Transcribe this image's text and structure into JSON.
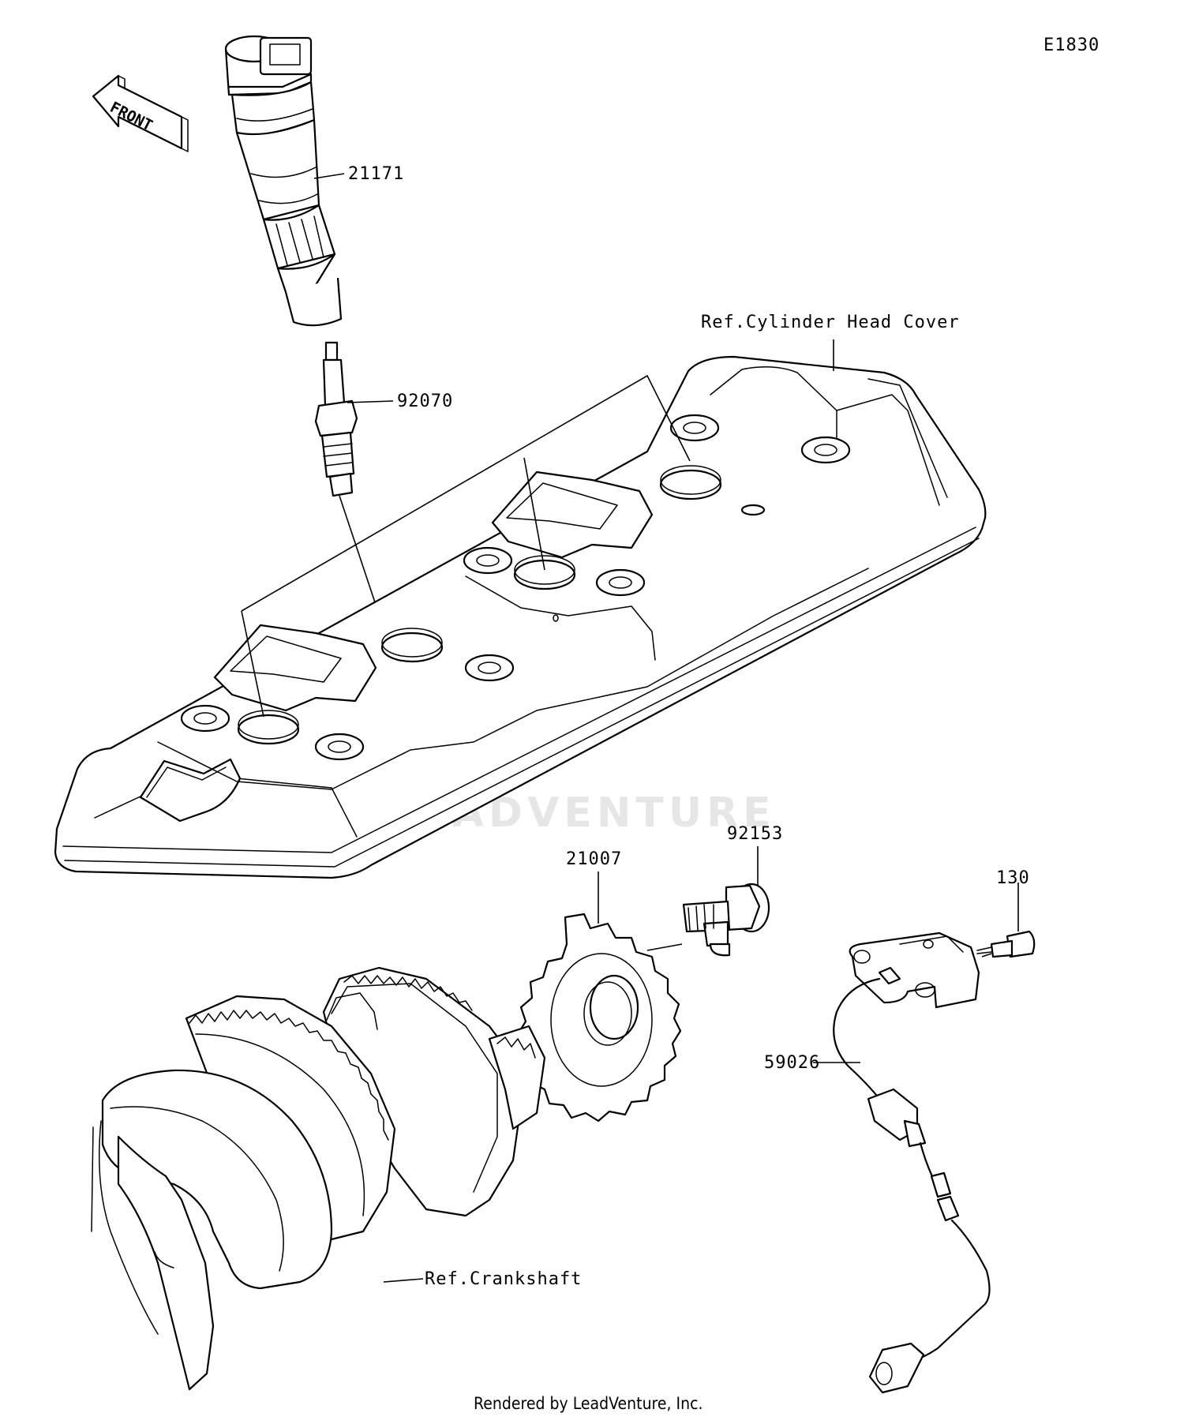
{
  "diagram_code": "E1830",
  "front_arrow_text": "FRONT",
  "watermark": "LEADVENTURE",
  "footer": "Rendered by LeadVenture, Inc.",
  "parts": [
    {
      "id": "ignition-coil",
      "number": "21171"
    },
    {
      "id": "spark-plug",
      "number": "92070"
    },
    {
      "id": "timing-rotor",
      "number": "21007"
    },
    {
      "id": "rotor-bolt",
      "number": "92153"
    },
    {
      "id": "sensor-bolt",
      "number": "130"
    },
    {
      "id": "crankshaft-sensor",
      "number": "59026"
    }
  ],
  "references": {
    "cylinder_head_cover": "Ref.Cylinder Head Cover",
    "crankshaft": "Ref.Crankshaft"
  }
}
